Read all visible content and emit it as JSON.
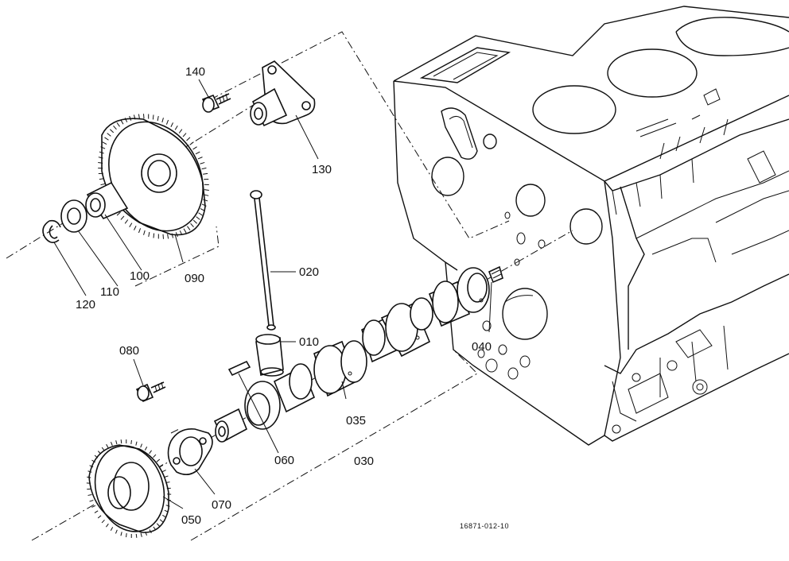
{
  "labels": {
    "p140": "140",
    "p130": "130",
    "p090": "090",
    "p100": "100",
    "p110": "110",
    "p120": "120",
    "p020": "020",
    "p010": "010",
    "p040": "040",
    "p080": "080",
    "p035": "035",
    "p060": "060",
    "p030": "030",
    "p070": "070",
    "p050": "050"
  },
  "reference_code": "16871-012-10"
}
